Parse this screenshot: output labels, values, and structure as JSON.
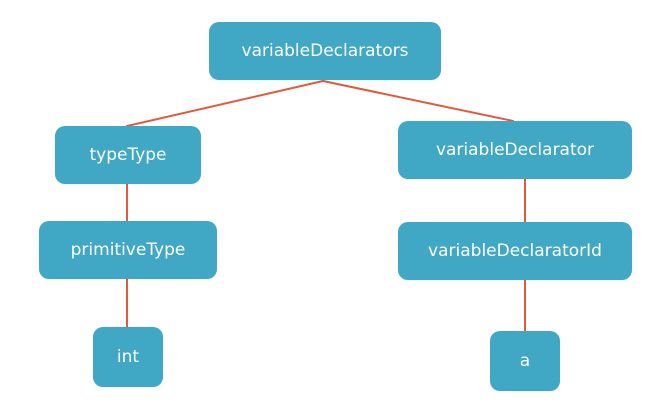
{
  "colors": {
    "node_fill": "#40a8c4",
    "node_text": "#ffffff",
    "edge": "#e05a3b",
    "background": "#ffffff"
  },
  "nodes": {
    "root": "variableDeclarators",
    "type_type": "typeType",
    "variable_declarator": "variableDeclarator",
    "primitive_type": "primitiveType",
    "variable_declarator_id": "variableDeclaratorId",
    "int_leaf": "int",
    "a_leaf": "a"
  }
}
